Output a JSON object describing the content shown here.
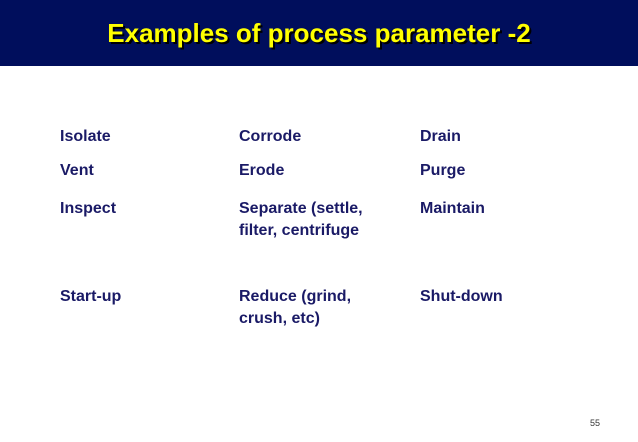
{
  "slide": {
    "title": "Examples of process parameter -2",
    "page_number": "55"
  },
  "table": {
    "rows": [
      [
        "Isolate",
        "Corrode",
        "Drain"
      ],
      [
        "Vent",
        "Erode",
        "Purge"
      ],
      [
        "Inspect",
        "Separate (settle,\nfilter, centrifuge",
        "Maintain"
      ],
      [
        "Start-up",
        "Reduce (grind,\ncrush, etc)",
        "Shut-down"
      ]
    ]
  },
  "colors": {
    "title_bar": "#000e5c",
    "title_text": "#ffff00",
    "body_text": "#1a1a66"
  }
}
